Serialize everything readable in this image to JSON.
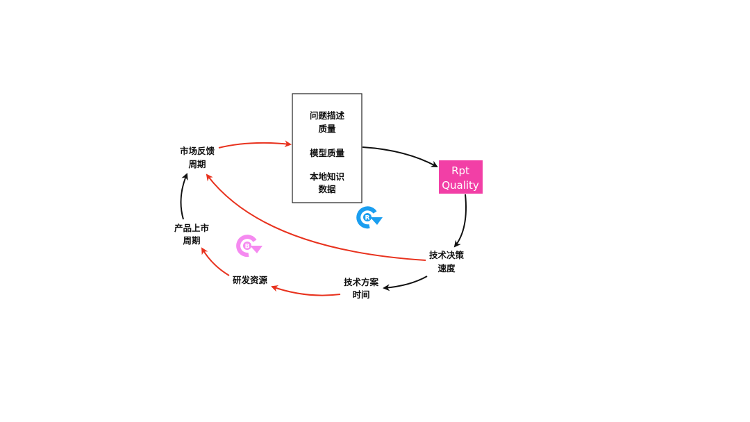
{
  "box": {
    "line1": "问题描述",
    "line2": "质量",
    "line3": "模型质量",
    "line4": "本地知识",
    "line5": "数据"
  },
  "rpt": {
    "line1": "Rpt",
    "line2": "Quality",
    "color": "#f23fa6"
  },
  "nodes": {
    "market_feedback": {
      "line1": "市场反馈",
      "line2": "周期"
    },
    "product_launch": {
      "line1": "产品上市",
      "line2": "周期"
    },
    "rd_resources": {
      "line1": "研发资源"
    },
    "tech_solution": {
      "line1": "技术方案",
      "line2": "时间"
    },
    "tech_decision": {
      "line1": "技术决策",
      "line2": "速度"
    }
  },
  "loops": {
    "reinforcing": {
      "label": "R",
      "color": "#1a9ef0"
    },
    "balancing": {
      "label": "B",
      "color": "#f58af0"
    }
  },
  "colors": {
    "red": "#e8321e",
    "black": "#111111"
  }
}
